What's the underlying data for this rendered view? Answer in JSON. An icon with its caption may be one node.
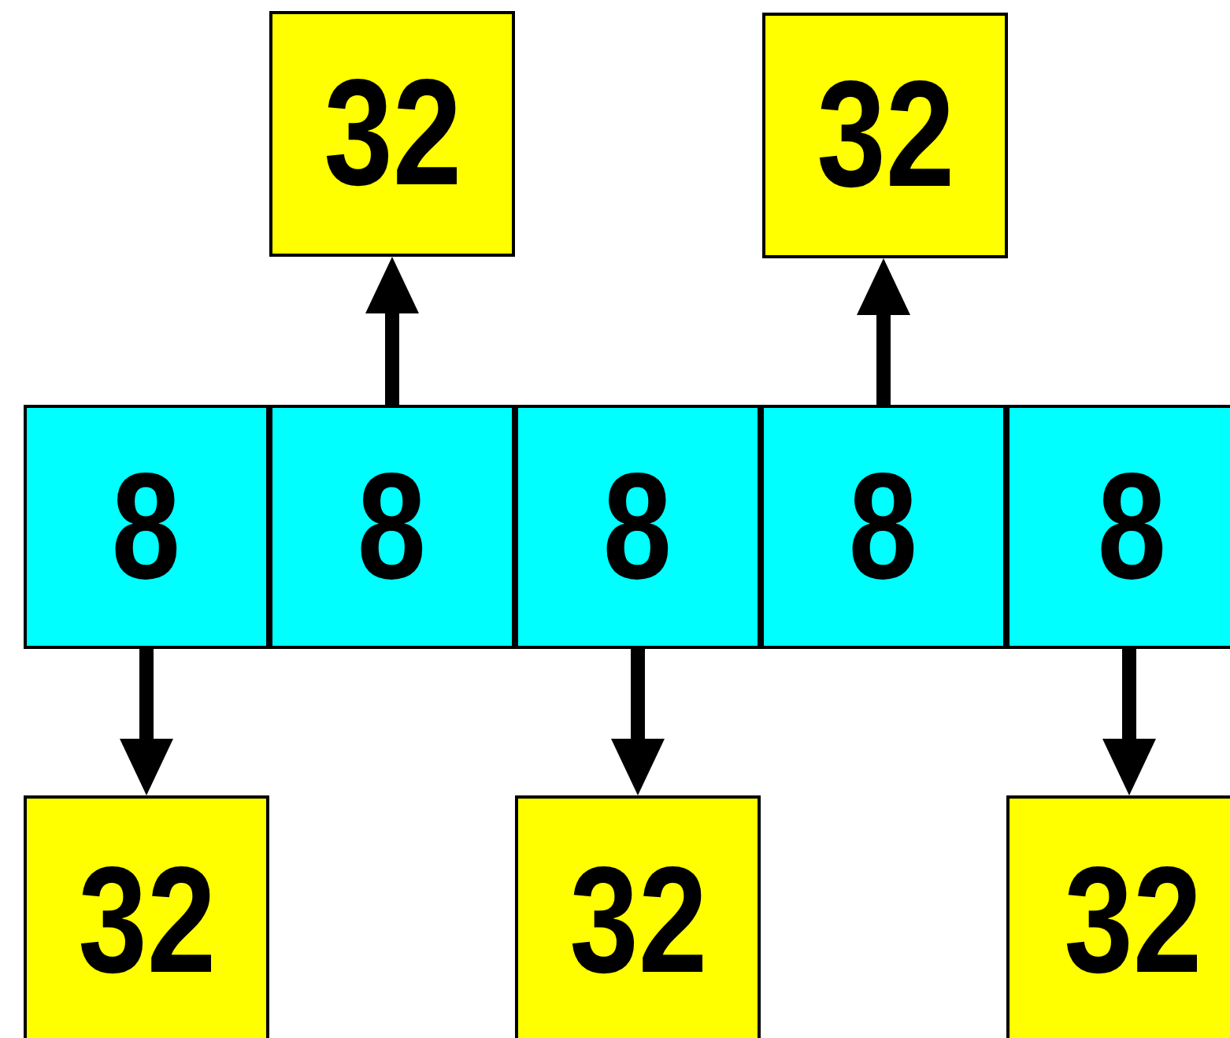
{
  "diagram": {
    "nodes": [
      {
        "text": [
          "32"
        ]
      },
      {
        "text": [
          "32"
        ]
      },
      {
        "text": [
          "8"
        ]
      },
      {
        "text": [
          "8"
        ]
      },
      {
        "text": [
          "8"
        ]
      },
      {
        "text": [
          "8"
        ]
      },
      {
        "text": [
          "8"
        ]
      },
      {
        "text": [
          "32"
        ]
      },
      {
        "text": [
          "32"
        ]
      },
      {
        "text": [
          "32"
        ]
      }
    ],
    "edges": [
      {
        "from": 3,
        "to": 0,
        "arrow": "to"
      },
      {
        "from": 5,
        "to": 1,
        "arrow": "to"
      },
      {
        "from": 2,
        "to": 7,
        "arrow": "to"
      },
      {
        "from": 4,
        "to": 8,
        "arrow": "to"
      },
      {
        "from": 6,
        "to": 9,
        "arrow": "to"
      }
    ]
  }
}
